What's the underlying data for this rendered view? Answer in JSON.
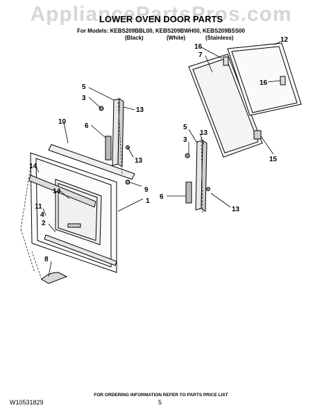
{
  "watermark": "AppliancePartsPros.com",
  "title": "LOWER OVEN DOOR PARTS",
  "models_line": "For Models: KEBS209BBL00, KEBS209BWH00, KEBS209BSS00",
  "colors": {
    "black": "(Black)",
    "white": "(White)",
    "stainless": "(Stainless)"
  },
  "footer": {
    "ordering_info": "FOR ORDERING INFORMATION REFER TO PARTS PRICE LIST",
    "doc_number": "W10531829",
    "page_number": "5"
  },
  "callouts": {
    "c1": "1",
    "c2": "2",
    "c3a": "3",
    "c3b": "3",
    "c4": "4",
    "c5a": "5",
    "c5b": "5",
    "c6a": "6",
    "c6b": "6",
    "c7": "7",
    "c8": "8",
    "c9": "9",
    "c10": "10",
    "c11": "11",
    "c12": "12",
    "c13a": "13",
    "c13b": "13",
    "c13c": "13",
    "c13d": "13",
    "c14a": "14",
    "c14b": "14",
    "c15": "15",
    "c16a": "16",
    "c16b": "16"
  }
}
